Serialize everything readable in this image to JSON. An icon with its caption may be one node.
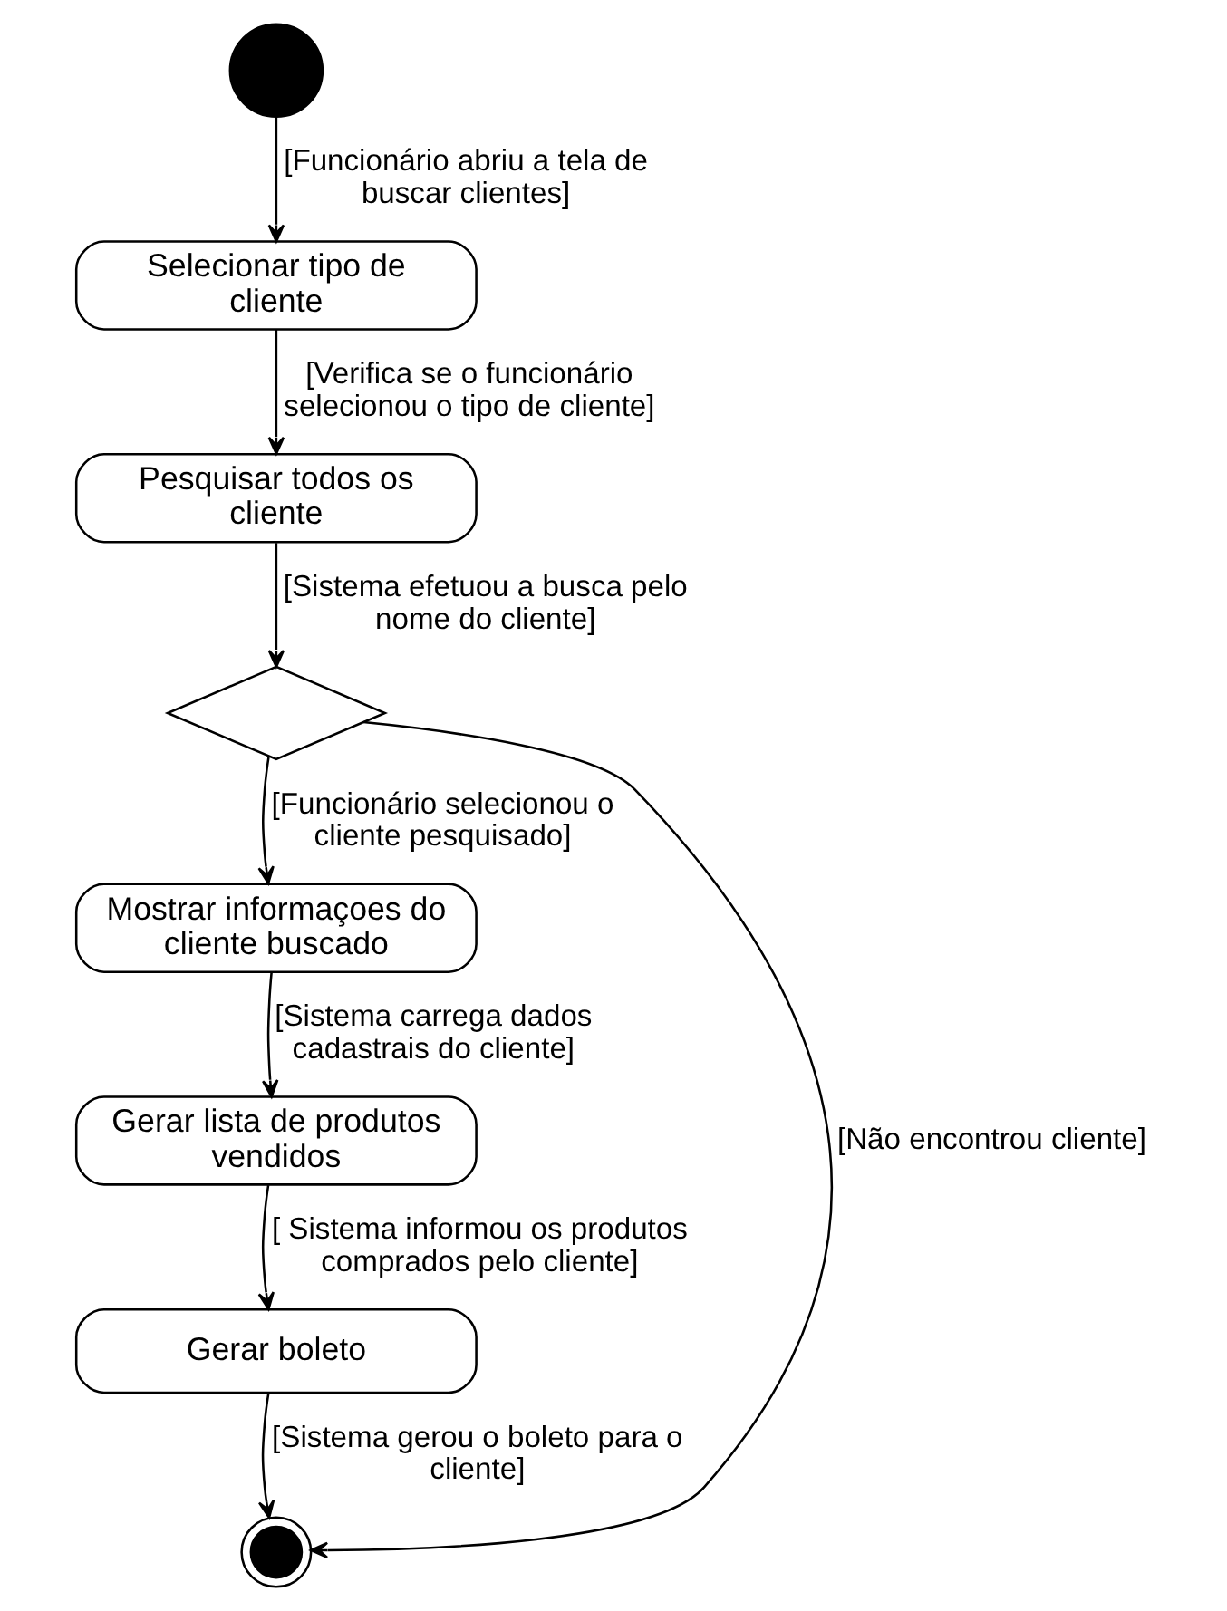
{
  "diagram": {
    "nodes": [
      {
        "text": [],
        "shape": "circle"
      },
      {
        "text": [
          "Selecionar tipo de cliente"
        ]
      },
      {
        "text": [
          "Pesquisar todos os cliente"
        ]
      },
      {
        "text": [],
        "shape": "diamond"
      },
      {
        "text": [
          "Mostrar informaçoes do cliente buscado"
        ]
      },
      {
        "text": [
          "Gerar lista de produtos vendidos"
        ]
      },
      {
        "text": [
          "Gerar boleto"
        ]
      },
      {
        "text": [],
        "shape": "circle"
      }
    ],
    "edges": [
      {
        "from": 0,
        "to": 1,
        "arrow": "to",
        "label": "[Funcionário abriu a tela de buscar clientes]"
      },
      {
        "from": 1,
        "to": 2,
        "arrow": "to",
        "label": "[Verifica se o funcionário selecionou o tipo de cliente]"
      },
      {
        "from": 2,
        "to": 3,
        "arrow": "to",
        "label": "[Sistema efetuou a busca pelo nome do cliente]"
      },
      {
        "from": 3,
        "to": 4,
        "arrow": "to",
        "label": "[Funcionário selecionou o cliente pesquisado]"
      },
      {
        "from": 3,
        "to": 7,
        "arrow": "to",
        "label": "[Não encontrou cliente]"
      },
      {
        "from": 4,
        "to": 5,
        "arrow": "to",
        "label": "[Sistema carrega dados cadastrais do cliente]"
      },
      {
        "from": 5,
        "to": 6,
        "arrow": "to",
        "label": "[ Sistema informou os produtos comprados pelo cliente]"
      },
      {
        "from": 6,
        "to": 7,
        "arrow": "to",
        "label": "[Sistema gerou o boleto para o cliente]"
      }
    ]
  }
}
